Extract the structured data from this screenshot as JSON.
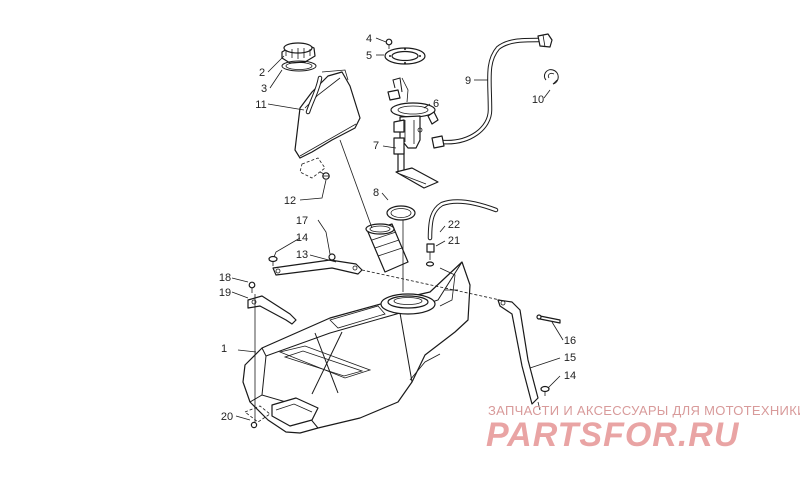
{
  "callouts": [
    {
      "id": "1",
      "label": "1"
    },
    {
      "id": "2",
      "label": "2"
    },
    {
      "id": "3",
      "label": "3"
    },
    {
      "id": "4",
      "label": "4"
    },
    {
      "id": "5",
      "label": "5"
    },
    {
      "id": "6",
      "label": "6"
    },
    {
      "id": "7",
      "label": "7"
    },
    {
      "id": "8",
      "label": "8"
    },
    {
      "id": "9",
      "label": "9"
    },
    {
      "id": "10",
      "label": "10"
    },
    {
      "id": "11",
      "label": "11"
    },
    {
      "id": "12",
      "label": "12"
    },
    {
      "id": "13",
      "label": "13"
    },
    {
      "id": "14a",
      "label": "14"
    },
    {
      "id": "14b",
      "label": "14"
    },
    {
      "id": "15",
      "label": "15"
    },
    {
      "id": "16",
      "label": "16"
    },
    {
      "id": "17",
      "label": "17"
    },
    {
      "id": "18",
      "label": "18"
    },
    {
      "id": "19",
      "label": "19"
    },
    {
      "id": "20",
      "label": "20"
    },
    {
      "id": "21",
      "label": "21"
    },
    {
      "id": "22",
      "label": "22"
    }
  ],
  "watermark": {
    "caption": "ЗАПЧАСТИ И АКСЕССУАРЫ ДЛЯ МОТОТЕХНИКИ",
    "logo": "PARTSFOR.RU",
    "color": "#e9a4a4"
  }
}
